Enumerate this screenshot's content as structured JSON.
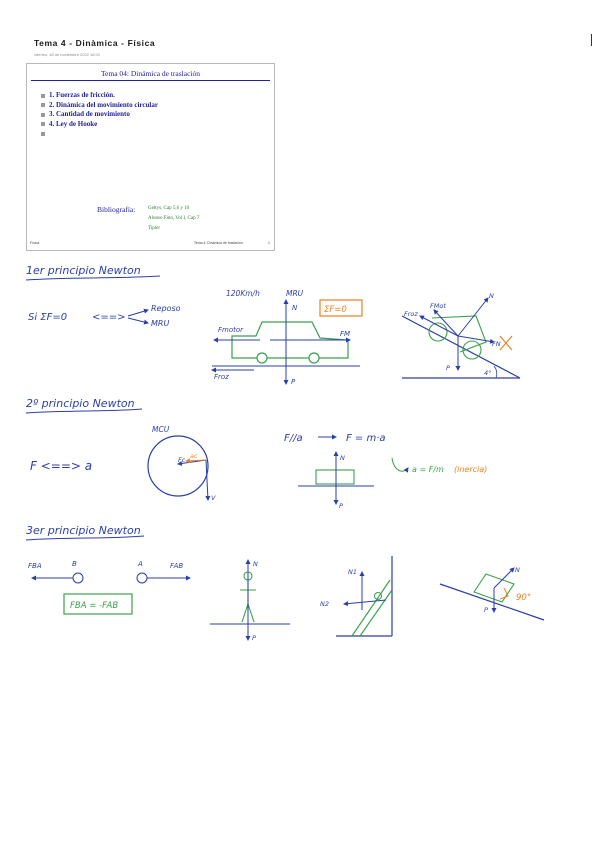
{
  "page": {
    "title": "Tema 4 - Dinàmica - Física",
    "meta": "viernes, 18 de noviembre 2022    18:01"
  },
  "slide": {
    "title": "Tema 04: Dinámica de traslación",
    "toc": [
      "1.  Fuerzas de fricción.",
      "2.  Dinámica del movimiento circular",
      "3.  Cantidad de movimiento",
      "4.  Ley de Hooke",
      ""
    ],
    "bibliography_label": "Bibliografía:",
    "bibliography": [
      "Gettys, Cap 5,6 y 10",
      "Alonso Finn, Vol I, Cap 7",
      "Tipler"
    ],
    "footer_left": "Física",
    "footer_right": "Tema 4: Dinámica de traslación",
    "page_number": "1"
  },
  "notes": {
    "first_law": {
      "heading": "1er principio Newton",
      "condition": "Si ΣF=0",
      "arrow": "<==>",
      "outcomes": [
        "Reposo",
        "MRU"
      ],
      "car_speed": "120Km/h",
      "car_mru": "MRU",
      "car_forces": [
        "N",
        "Fmotor",
        "FM",
        "Froz",
        "P"
      ],
      "boxed": "ΣF=0",
      "incline_forces": [
        "Froz",
        "FMot",
        "N",
        "FN",
        "P"
      ],
      "incline_angle": "4°"
    },
    "second_law": {
      "heading": "2º principio Newton",
      "relation": "F <==> a",
      "mcu_label": "MCU",
      "mcu_forces": [
        "Fc",
        "ac",
        "V"
      ],
      "parallel": "F//a",
      "newton2": "F = m·a",
      "block_forces": [
        "N",
        "P"
      ],
      "inertia_eq": "a = F/m",
      "inertia_note": "(inercia)"
    },
    "third_law": {
      "heading": "3er principio Newton",
      "labels": [
        "FBA",
        "B",
        "A",
        "FAB"
      ],
      "boxed": "FBA = -FAB",
      "person_forces": [
        "N",
        "P"
      ],
      "ladder_forces": [
        "N1",
        "N2"
      ],
      "slope_forces": [
        "N",
        "P"
      ],
      "slope_angle": "90°"
    }
  },
  "colors": {
    "ink_blue": "#2a3fa8",
    "green": "#3aa04a",
    "orange": "#f08020",
    "slide_blue": "#22229a"
  }
}
